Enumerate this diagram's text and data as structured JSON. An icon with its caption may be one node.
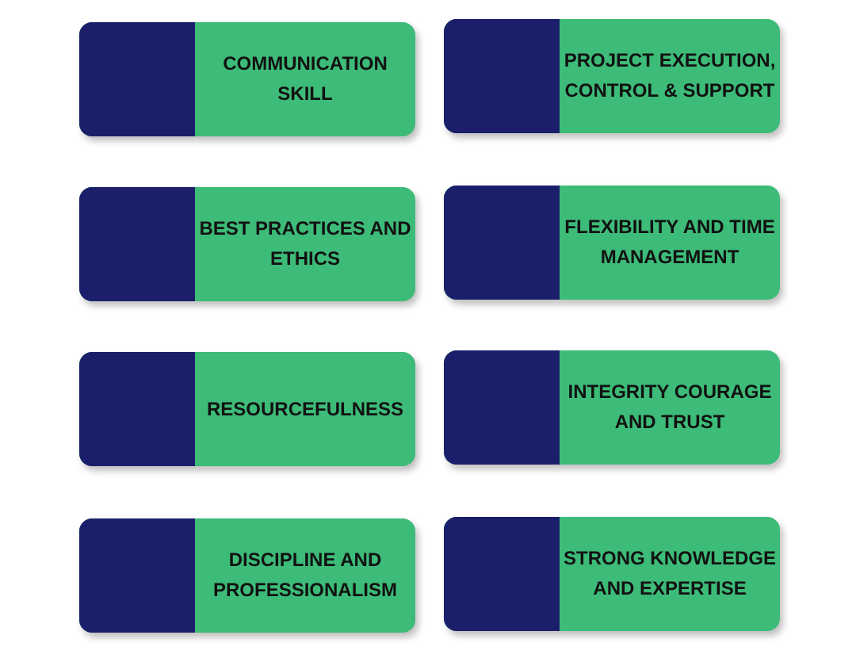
{
  "diagram": {
    "nodes": [
      {
        "text": [
          "COMMUNICATION SKILL"
        ]
      },
      {
        "text": [
          "PROJECT EXECUTION, CONTROL & SUPPORT"
        ]
      },
      {
        "text": [
          "BEST PRACTICES AND ETHICS"
        ]
      },
      {
        "text": [
          "FLEXIBILITY AND TIME MANAGEMENT"
        ]
      },
      {
        "text": [
          "RESOURCEFULNESS"
        ]
      },
      {
        "text": [
          "INTEGRITY COURAGE AND TRUST"
        ]
      },
      {
        "text": [
          "DISCIPLINE AND PROFESSIONALISM"
        ]
      },
      {
        "text": [
          "STRONG KNOWLEDGE AND EXPERTISE"
        ]
      }
    ]
  }
}
